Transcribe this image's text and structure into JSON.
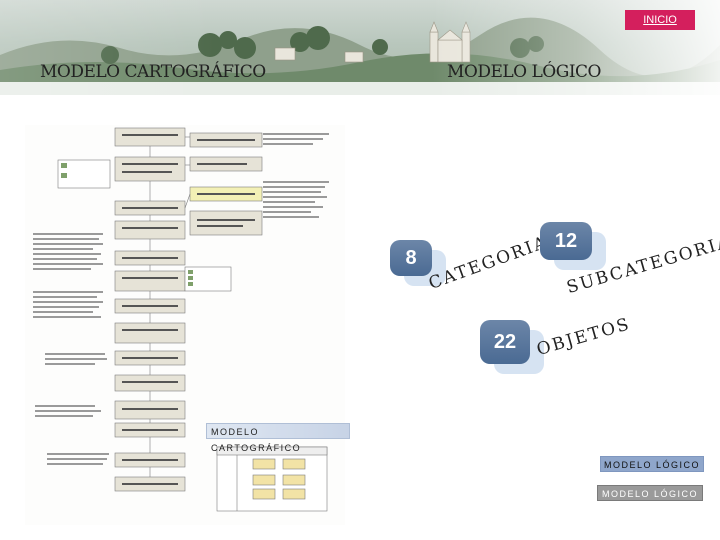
{
  "header": {
    "inicio_label": "INICIO",
    "title_left": "MODELO CARTOGRÁFICO",
    "title_right": "MODELO LÓGICO"
  },
  "cards": [
    {
      "number": "8",
      "label": "CATEGORIAS"
    },
    {
      "number": "12",
      "label": "SUBCATEGORIAS"
    },
    {
      "number": "22",
      "label": "OBJETOS"
    }
  ],
  "links": {
    "cartografico": "MODELO CARTOGRÁFICO",
    "logico_1": "MODELO LÓGICO",
    "logico_2": "MODELO LÓGICO"
  },
  "colors": {
    "inicio_bg": "#d41f5d",
    "badge": "#4a6a93",
    "badge_shadow": "#d6e3f2",
    "flow_box": "#e6e3d7",
    "flow_highlight": "#f3f0b5"
  }
}
